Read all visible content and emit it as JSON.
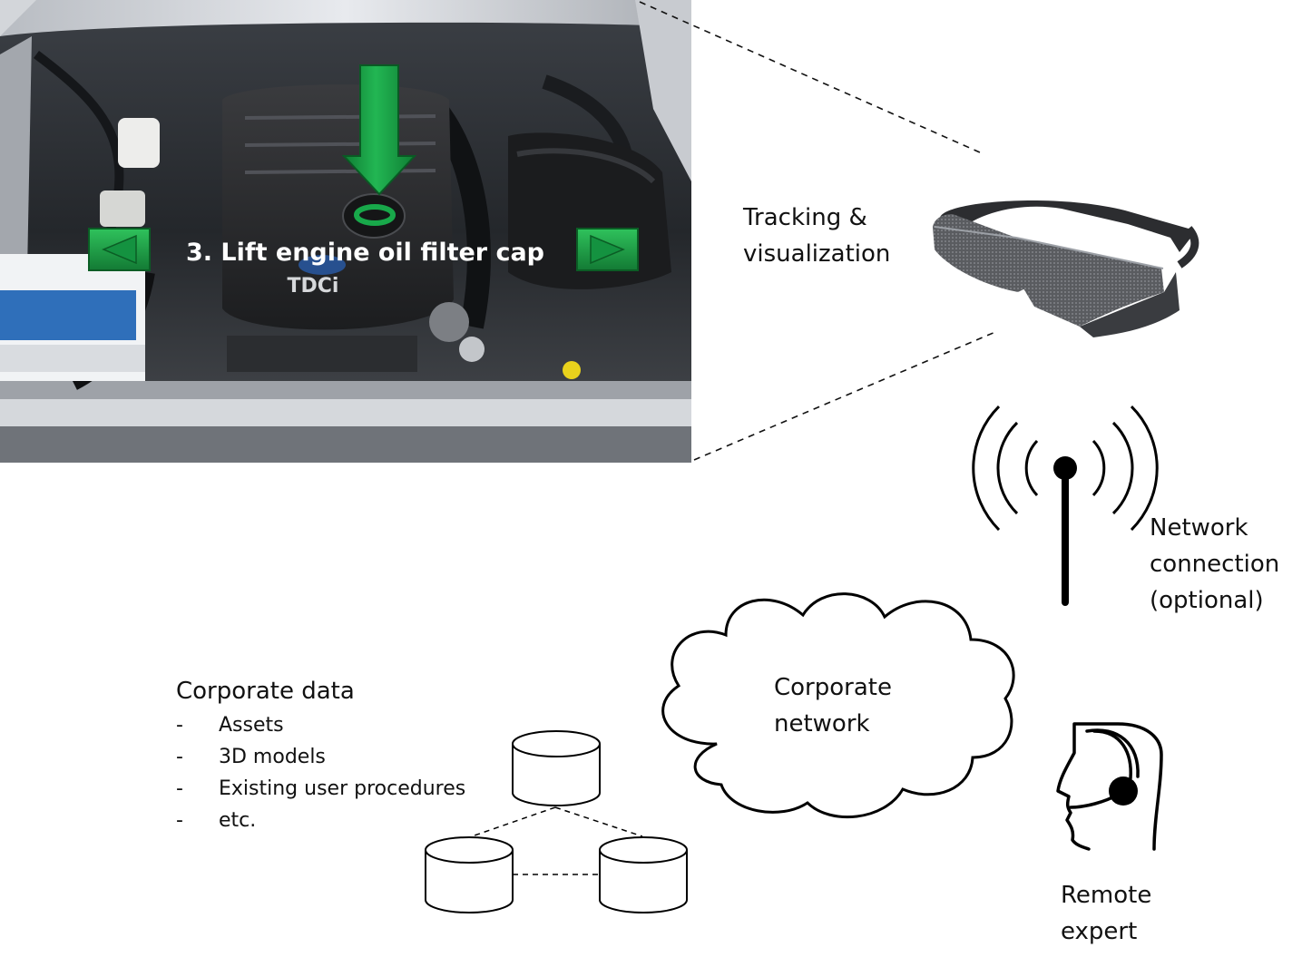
{
  "ar_overlay": {
    "instruction": "3. Lift engine oil filter cap",
    "engine_badge": "TDCi",
    "colors": {
      "arrow": "#18a84a",
      "arrow_dark": "#0c6b2c",
      "nav_button": "#1ea347",
      "ring": "#1aa04a"
    }
  },
  "labels": {
    "tracking": [
      "Tracking &",
      "visualization"
    ],
    "network": [
      "Network",
      "connection",
      "(optional)"
    ],
    "cloud": [
      "Corporate",
      "network"
    ],
    "expert": [
      "Remote",
      "expert"
    ]
  },
  "corporate_data": {
    "title": "Corporate data",
    "bullet_marker": "-",
    "items": [
      "Assets",
      "3D models",
      "Existing user procedures",
      "etc."
    ]
  }
}
